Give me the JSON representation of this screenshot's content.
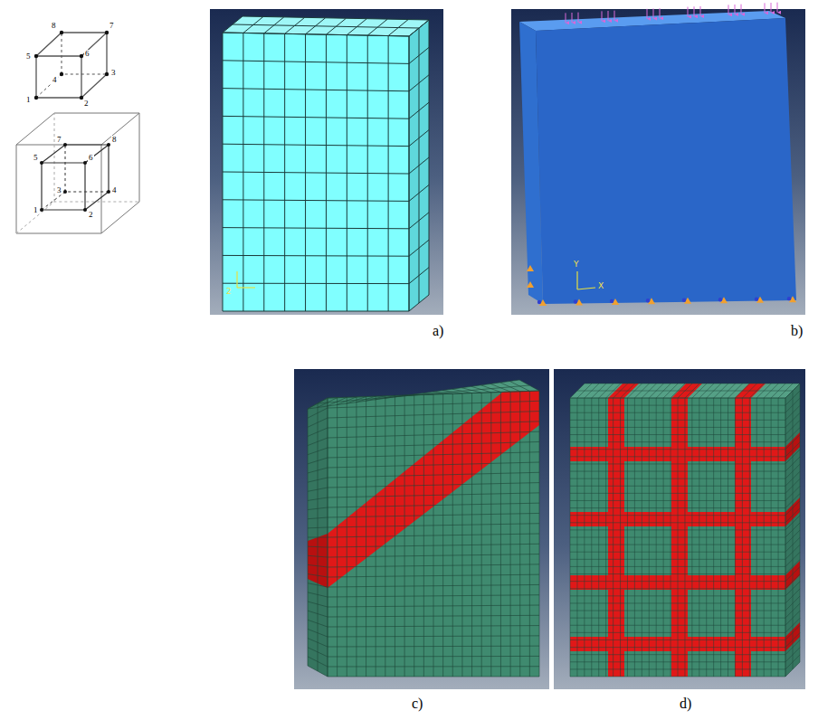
{
  "diagram": {
    "labels": [
      "8",
      "7",
      "5",
      "6",
      "4",
      "3",
      "1",
      "2",
      "7",
      "8",
      "5",
      "6",
      "3",
      "4",
      "1",
      "2",
      "2",
      "Y",
      "X",
      "a)",
      "b)",
      "c)",
      "d)"
    ]
  }
}
